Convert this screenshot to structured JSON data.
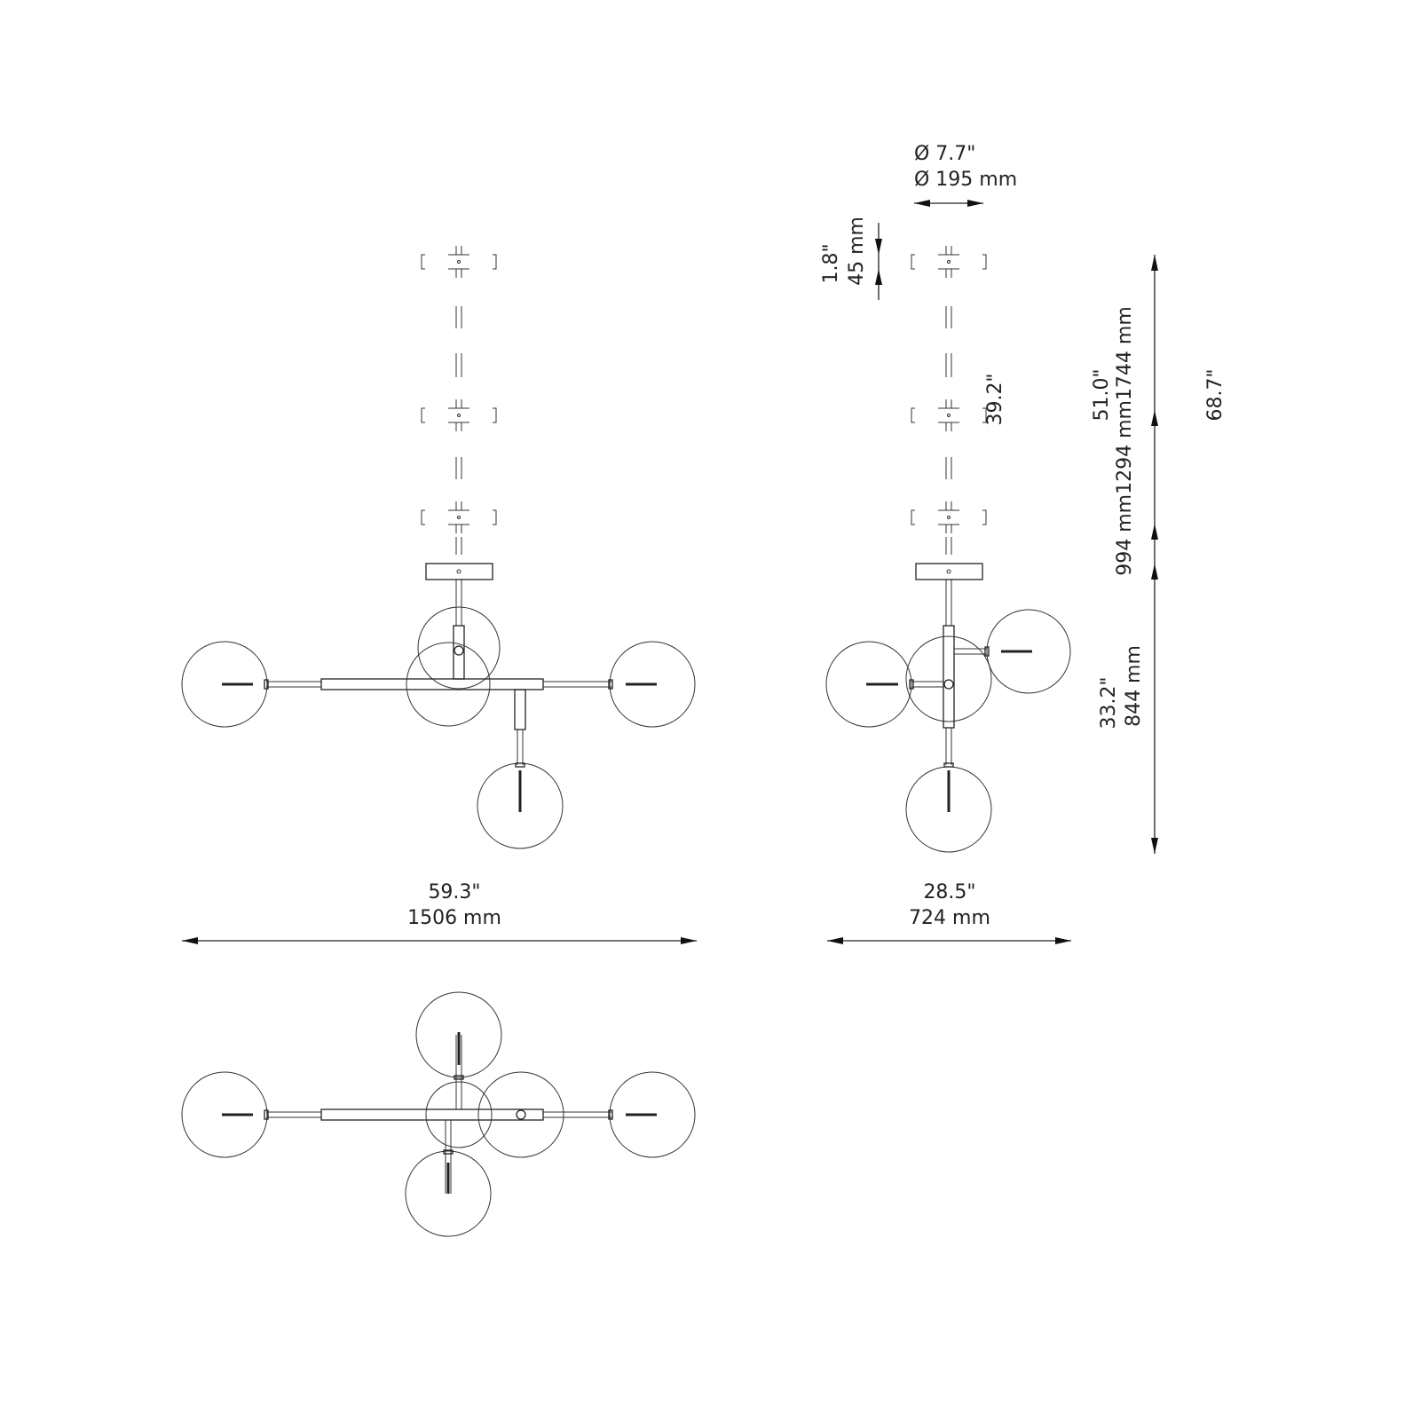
{
  "front": {
    "width_in": "59.3\"",
    "width_mm": "1506 mm"
  },
  "side": {
    "width_in": "28.5\"",
    "width_mm": "724 mm",
    "globe_in": "Ø 7.7\"",
    "globe_mm": "Ø 195 mm",
    "canopy_in": "1.8\"",
    "canopy_mm": "45 mm",
    "drop_in": "39.2\""
  },
  "height": {
    "mid_in": "51.0\"",
    "min_mm": "994 mm",
    "mid_mm": "1294 mm",
    "max_mm": "1744 mm",
    "max_in": "68.7\"",
    "body_in": "33.2\"",
    "body_mm": "844 mm"
  }
}
